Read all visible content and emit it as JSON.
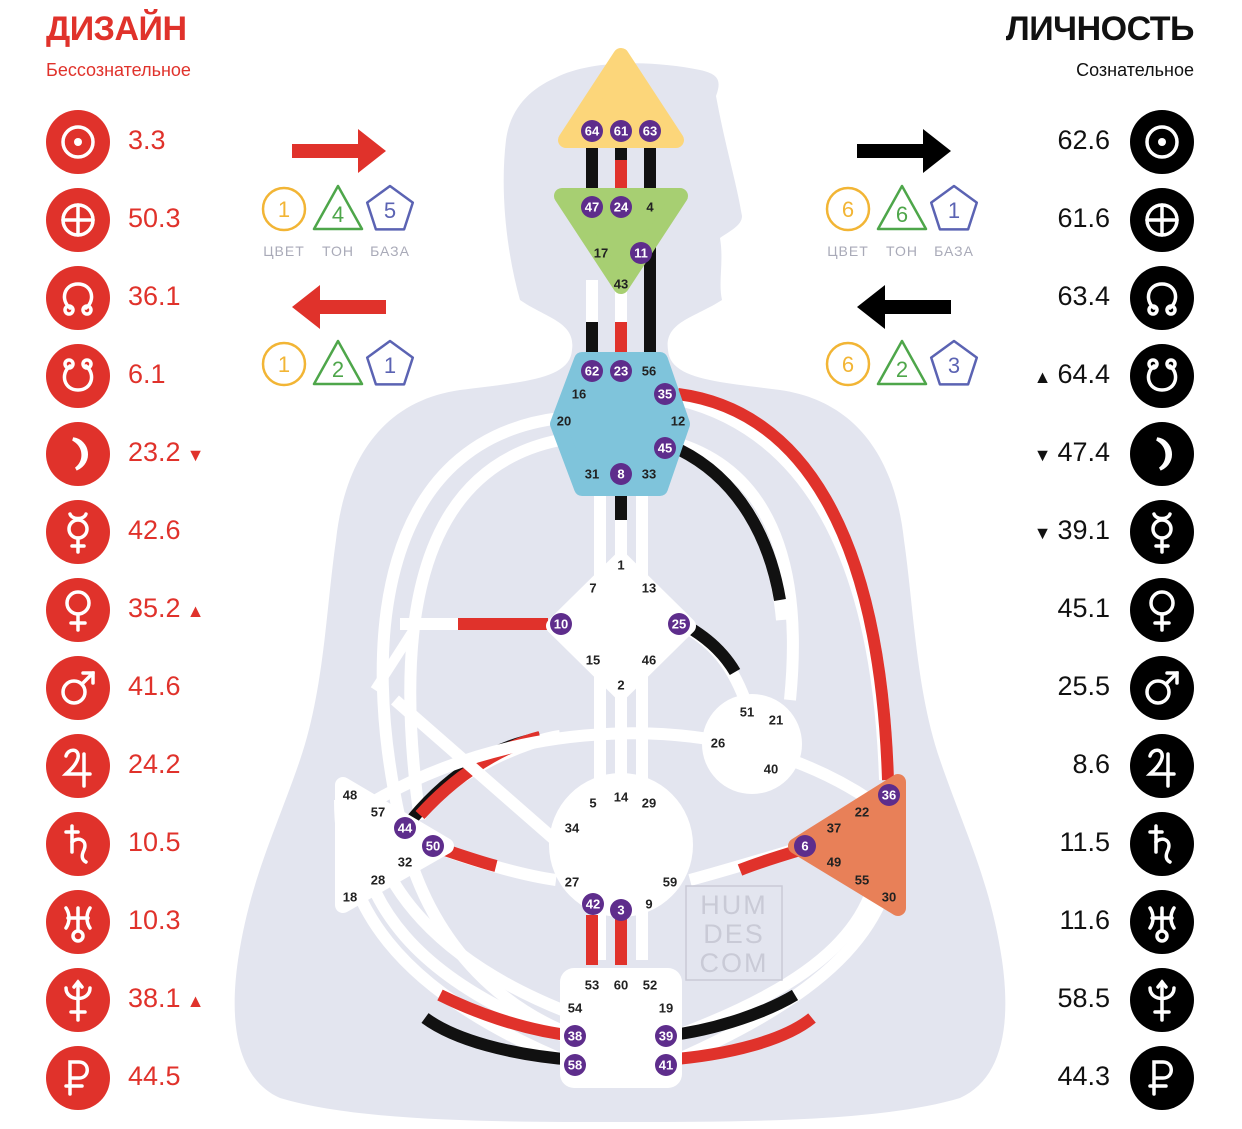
{
  "design": {
    "title": "ДИЗАЙН",
    "subtitle": "Бессознательное",
    "color": "#e0322b",
    "planets": [
      {
        "icon": "sun-icon",
        "value": "3.3",
        "mark": ""
      },
      {
        "icon": "earth-icon",
        "value": "50.3",
        "mark": ""
      },
      {
        "icon": "north-node-icon",
        "value": "36.1",
        "mark": ""
      },
      {
        "icon": "south-node-icon",
        "value": "6.1",
        "mark": ""
      },
      {
        "icon": "moon-icon",
        "value": "23.2",
        "mark": "▼"
      },
      {
        "icon": "mercury-icon",
        "value": "42.6",
        "mark": ""
      },
      {
        "icon": "venus-icon",
        "value": "35.2",
        "mark": "▲"
      },
      {
        "icon": "mars-icon",
        "value": "41.6",
        "mark": ""
      },
      {
        "icon": "jupiter-icon",
        "value": "24.2",
        "mark": ""
      },
      {
        "icon": "saturn-icon",
        "value": "10.5",
        "mark": ""
      },
      {
        "icon": "uranus-icon",
        "value": "10.3",
        "mark": ""
      },
      {
        "icon": "neptune-icon",
        "value": "38.1",
        "mark": "▲"
      },
      {
        "icon": "pluto-icon",
        "value": "44.5",
        "mark": ""
      }
    ],
    "variables_top": {
      "color": "1",
      "tone": "4",
      "base": "5"
    },
    "variables_bottom": {
      "color": "1",
      "tone": "2",
      "base": "1"
    }
  },
  "personality": {
    "title": "ЛИЧНОСТЬ",
    "subtitle": "Сознательное",
    "color": "#111111",
    "planets": [
      {
        "icon": "sun-icon",
        "value": "62.6",
        "mark": ""
      },
      {
        "icon": "earth-icon",
        "value": "61.6",
        "mark": ""
      },
      {
        "icon": "north-node-icon",
        "value": "63.4",
        "mark": ""
      },
      {
        "icon": "south-node-icon",
        "value": "64.4",
        "mark": "▲"
      },
      {
        "icon": "moon-icon",
        "value": "47.4",
        "mark": "▼"
      },
      {
        "icon": "mercury-icon",
        "value": "39.1",
        "mark": "▼"
      },
      {
        "icon": "venus-icon",
        "value": "45.1",
        "mark": ""
      },
      {
        "icon": "mars-icon",
        "value": "25.5",
        "mark": ""
      },
      {
        "icon": "jupiter-icon",
        "value": "8.6",
        "mark": ""
      },
      {
        "icon": "saturn-icon",
        "value": "11.5",
        "mark": ""
      },
      {
        "icon": "uranus-icon",
        "value": "11.6",
        "mark": ""
      },
      {
        "icon": "neptune-icon",
        "value": "58.5",
        "mark": ""
      },
      {
        "icon": "pluto-icon",
        "value": "44.3",
        "mark": ""
      }
    ],
    "variables_top": {
      "color": "6",
      "tone": "6",
      "base": "1"
    },
    "variables_bottom": {
      "color": "6",
      "tone": "2",
      "base": "3"
    }
  },
  "variable_labels": {
    "color": "ЦВЕТ",
    "tone": "ТОН",
    "base": "БАЗА"
  },
  "watermark": [
    "HUM",
    "DES",
    "COM"
  ],
  "colors": {
    "design": "#e0322b",
    "personality": "#111111",
    "body": "#e3e5ef",
    "head_center": "#fcd67a",
    "ajna_center": "#a7cf72",
    "throat_center": "#7fc4db",
    "spleen_center": "#e88058",
    "gate_active": "#5e2d8c",
    "variable_color": "#f2b535",
    "variable_tone": "#4ea64a",
    "variable_base": "#5b63b3"
  },
  "centers": {
    "head": {
      "gates": [
        "64",
        "61",
        "63"
      ],
      "active": [
        "64",
        "61",
        "63"
      ]
    },
    "ajna": {
      "gates": [
        "47",
        "24",
        "4",
        "17",
        "11",
        "43"
      ],
      "active": [
        "47",
        "24",
        "11"
      ]
    },
    "throat": {
      "gates": [
        "62",
        "23",
        "56",
        "16",
        "35",
        "20",
        "12",
        "45",
        "31",
        "8",
        "33"
      ],
      "active": [
        "62",
        "23",
        "35",
        "45",
        "8"
      ]
    },
    "g": {
      "gates": [
        "1",
        "7",
        "13",
        "10",
        "25",
        "15",
        "46",
        "2"
      ],
      "active": [
        "10",
        "25"
      ]
    },
    "ego": {
      "gates": [
        "51",
        "21",
        "26",
        "40"
      ],
      "active": []
    },
    "spleen": {
      "gates": [
        "48",
        "57",
        "44",
        "50",
        "32",
        "28",
        "18"
      ],
      "active": [
        "44",
        "50"
      ]
    },
    "sacral": {
      "gates": [
        "5",
        "14",
        "29",
        "34",
        "27",
        "59",
        "42",
        "3",
        "9"
      ],
      "active": [
        "42",
        "3"
      ]
    },
    "solar": {
      "gates": [
        "36",
        "22",
        "37",
        "6",
        "49",
        "55",
        "30"
      ],
      "active": [
        "36",
        "6"
      ]
    },
    "root": {
      "gates": [
        "53",
        "60",
        "52",
        "54",
        "19",
        "38",
        "39",
        "58",
        "41"
      ],
      "active": [
        "38",
        "39",
        "58",
        "41"
      ]
    }
  }
}
